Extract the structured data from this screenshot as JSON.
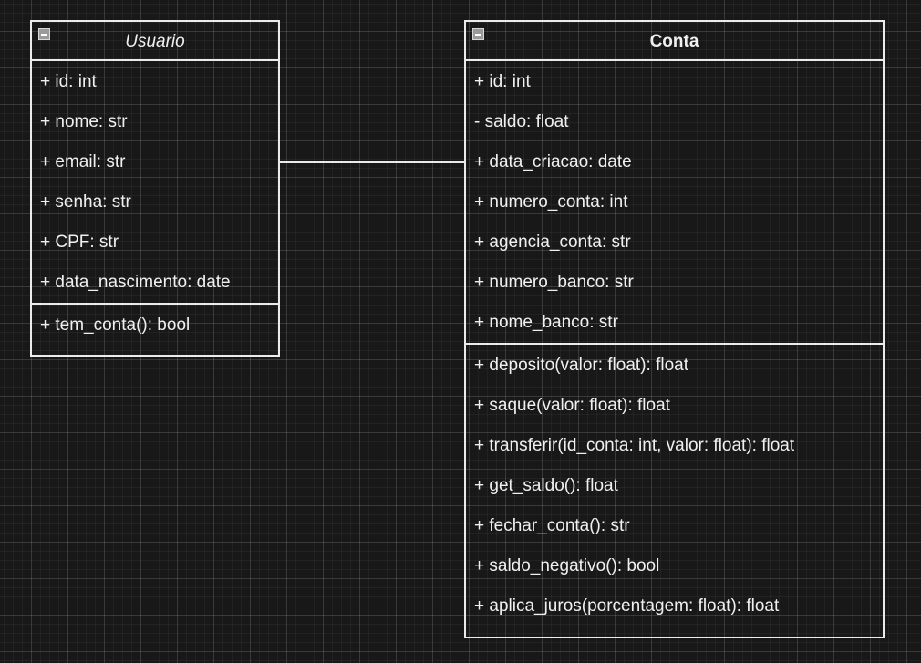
{
  "diagram": {
    "classes": [
      {
        "name": "Usuario",
        "attributes": [
          "+ id: int",
          "+ nome: str",
          "+ email: str",
          "+ senha: str",
          "+ CPF: str",
          "+ data_nascimento: date"
        ],
        "methods": [
          "+ tem_conta(): bool"
        ]
      },
      {
        "name": "Conta",
        "attributes": [
          "+ id: int",
          "- saldo: float",
          "+ data_criacao: date",
          "+ numero_conta: int",
          "+ agencia_conta: str",
          "+ numero_banco: str",
          "+ nome_banco: str"
        ],
        "methods": [
          "+ deposito(valor: float): float",
          "+ saque(valor: float): float",
          "+ transferir(id_conta: int, valor: float): float",
          "+ get_saldo(): float",
          "+ fechar_conta(): str",
          "+ saldo_negativo(): bool",
          "+ aplica_juros(porcentagem: float): float"
        ]
      }
    ],
    "associations": [
      {
        "from": "Usuario",
        "to": "Conta",
        "from_label": "",
        "to_label": ""
      }
    ]
  },
  "colors": {
    "background": "#181818",
    "grid": "#2c2c2c",
    "stroke": "#ebebeb",
    "text": "#f0f0f0"
  }
}
